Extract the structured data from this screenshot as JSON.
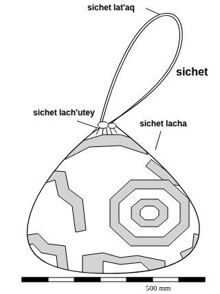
{
  "diagram": {
    "labels": [
      "sichet lat'aq",
      "sichet lach'utey",
      "sichet",
      "sichet lacha",
      "500 mm"
    ]
  }
}
